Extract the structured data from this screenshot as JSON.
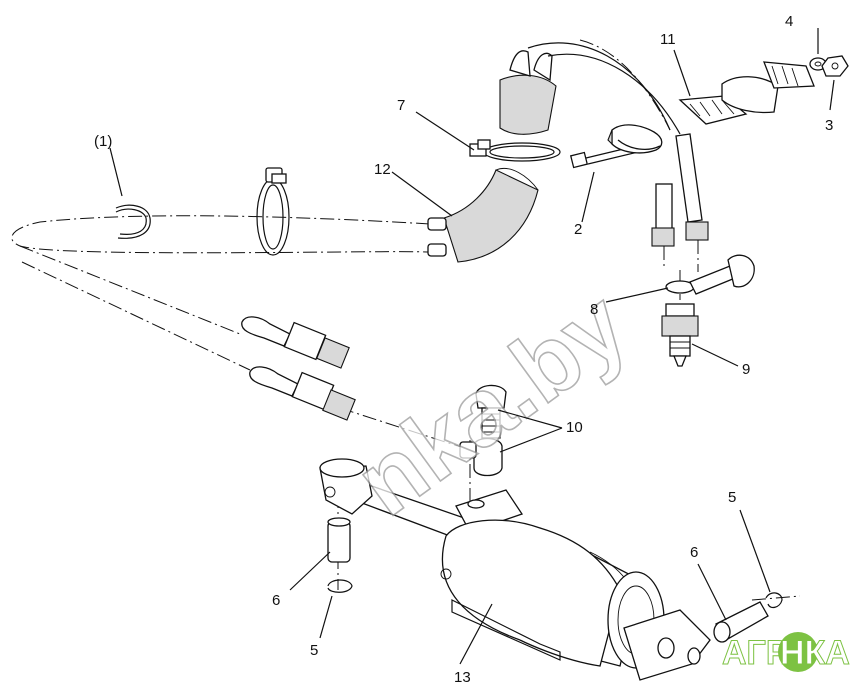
{
  "diagram": {
    "labels": {
      "l1": "(1)",
      "l2": "2",
      "l3": "3",
      "l4": "4",
      "l5a": "5",
      "l5b": "5",
      "l6a": "6",
      "l6b": "6",
      "l7": "7",
      "l8": "8",
      "l9": "9",
      "l10": "10",
      "l11": "11",
      "l12": "12",
      "l13": "13"
    },
    "watermark": "nka.by",
    "logo": {
      "part1": "АГРО",
      "part2": "НКА",
      "green": "#7dc243"
    }
  }
}
